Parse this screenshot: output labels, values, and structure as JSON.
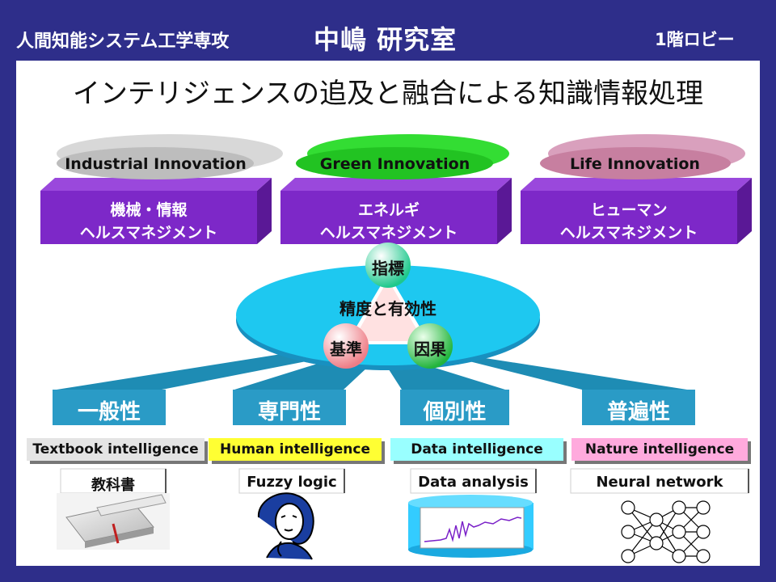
{
  "header": {
    "department": "人間知能システム工学専攻",
    "lab": "中嶋 研究室",
    "location": "1階ロビー"
  },
  "title": "インテリジェンスの追及と融合による知識情報処理",
  "innovations": [
    {
      "label": "Industrial Innovation",
      "line1": "機械・情報",
      "line2": "ヘルスマネジメント",
      "ellipse_color": "#bdbdbd"
    },
    {
      "label": "Green Innovation",
      "line1": "エネルギ",
      "line2": "ヘルスマネジメント",
      "ellipse_color": "#22c322"
    },
    {
      "label": "Life Innovation",
      "line1": "ヒューマン",
      "line2": "ヘルスマネジメント",
      "ellipse_color": "#c77fa0"
    }
  ],
  "center": {
    "top": "指標",
    "middle": "精度と有効性",
    "left": "基準",
    "right": "因果"
  },
  "pillars": [
    "一般性",
    "専門性",
    "個別性",
    "普遍性"
  ],
  "intelligences": [
    {
      "label": "Textbook intelligence",
      "color": "#e4e4e4"
    },
    {
      "label": "Human intelligence",
      "color": "#ffff33"
    },
    {
      "label": "Data intelligence",
      "color": "#99ffff"
    },
    {
      "label": "Nature intelligence",
      "color": "#ffaadd"
    }
  ],
  "methods": [
    "教科書",
    "Fuzzy logic",
    "Data analysis",
    "Neural network"
  ],
  "colors": {
    "header_bg": "#2e2e8a",
    "block_front": "#7d28c8",
    "block_side": "#5a1896",
    "disc": "#1ec8f0",
    "pillar": "#1e8cb4"
  }
}
